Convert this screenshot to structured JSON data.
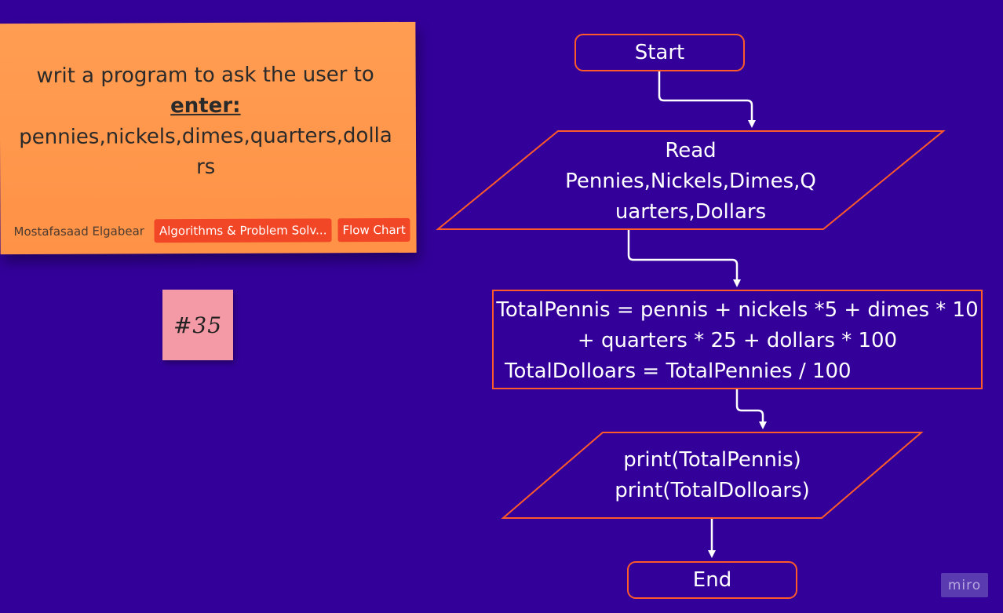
{
  "sticky_note": {
    "line1": "writ a program to ask the user to",
    "emphasis": "enter:",
    "line3": "pennies,nickels,dimes,quarters,dolla",
    "line4": "rs",
    "author": "Mostafasaad Elgabear",
    "tags": [
      "Algorithms & Problem Solv...",
      "Flow Chart"
    ]
  },
  "pink_note": {
    "text": "#35"
  },
  "flowchart": {
    "start": "Start",
    "input": {
      "line1": "Read",
      "line2": "Pennies,Nickels,Dimes,Q",
      "line3": "uarters,Dollars"
    },
    "process": {
      "line1": "TotalPennis = pennis + nickels *5 + dimes * 10",
      "line2": "+ quarters * 25 + dollars * 100",
      "line3": "TotalDolloars = TotalPennies / 100"
    },
    "output": {
      "line1": "print(TotalPennis)",
      "line2": "print(TotalDolloars)"
    },
    "end": "End"
  },
  "colors": {
    "background": "#330099",
    "stroke": "#ff5a2a",
    "connector": "#ffffff"
  },
  "brand": {
    "logo": "miro"
  }
}
